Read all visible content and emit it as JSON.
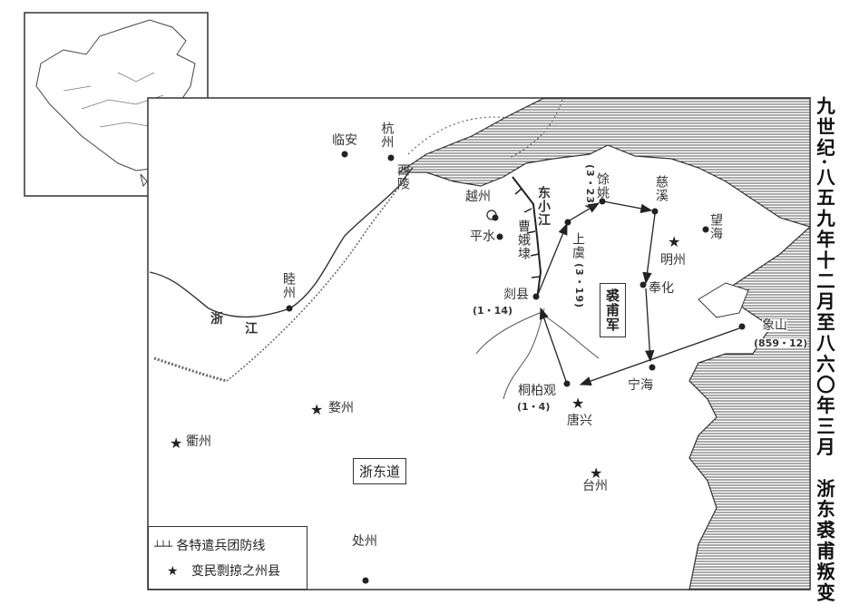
{
  "title": "九世纪·八五九年十二月至八六〇年三月　浙东裘甫叛变",
  "places": {
    "linan": "临安",
    "hangzhou": "杭州",
    "xiling": "西陵",
    "yuezhou": "越州",
    "pingshui": "平水",
    "caoejiang": "曹娥埭",
    "dongxiaojiang": "东小江",
    "yuyao": "馀姚",
    "yuyao_date": "(3・23)",
    "cixi": "慈溪",
    "shangyu": "上虞",
    "shangyu_date": "(3・19)",
    "wanghai": "望海",
    "mingzhou": "明州",
    "fenghua": "奉化",
    "shanxian": "剡县",
    "shanxian_date": "(1・14)",
    "xiangshan": "象山",
    "xiangshan_date": "(859・12)",
    "ninghai": "宁海",
    "tongbaiguan": "桐柏观",
    "tongbaiguan_date": "(1・4)",
    "tangxing": "唐兴",
    "muzhou": "睦州",
    "zhejiang_river": "浙",
    "zhejiang_river2": "江",
    "wuzhou": "婺州",
    "quzhou": "衢州",
    "taizhou": "台州",
    "chuzhou": "处州",
    "zhedongdao": "浙东道",
    "qiufu_army": "裘甫军"
  },
  "legend": {
    "defense_symbol": "┴┴┴",
    "defense_line": "各特遣兵团防线",
    "raid_symbol": "★",
    "raided": "变民剽掠之州县"
  }
}
